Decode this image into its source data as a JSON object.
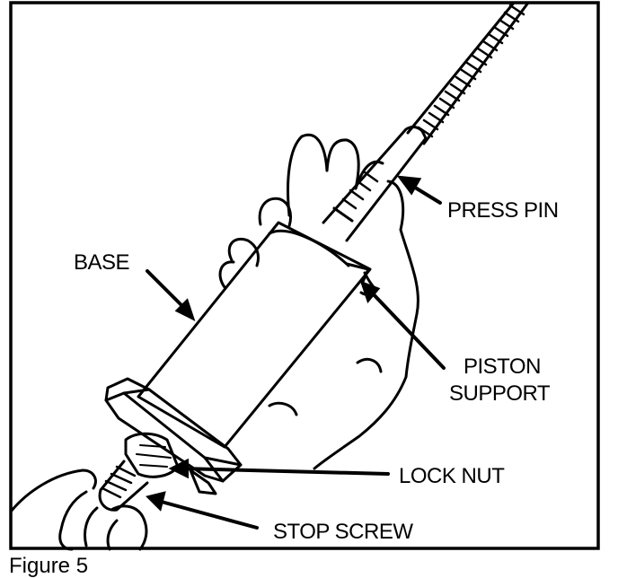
{
  "figure": {
    "caption": "Figure 5",
    "labels": {
      "press_pin": "PRESS PIN",
      "base": "BASE",
      "piston_line1": "PISTON",
      "piston_line2": "SUPPORT",
      "lock_nut": "LOCK NUT",
      "stop_screw": "STOP SCREW"
    }
  },
  "colors": {
    "ink": "#000000",
    "paper": "#ffffff"
  }
}
